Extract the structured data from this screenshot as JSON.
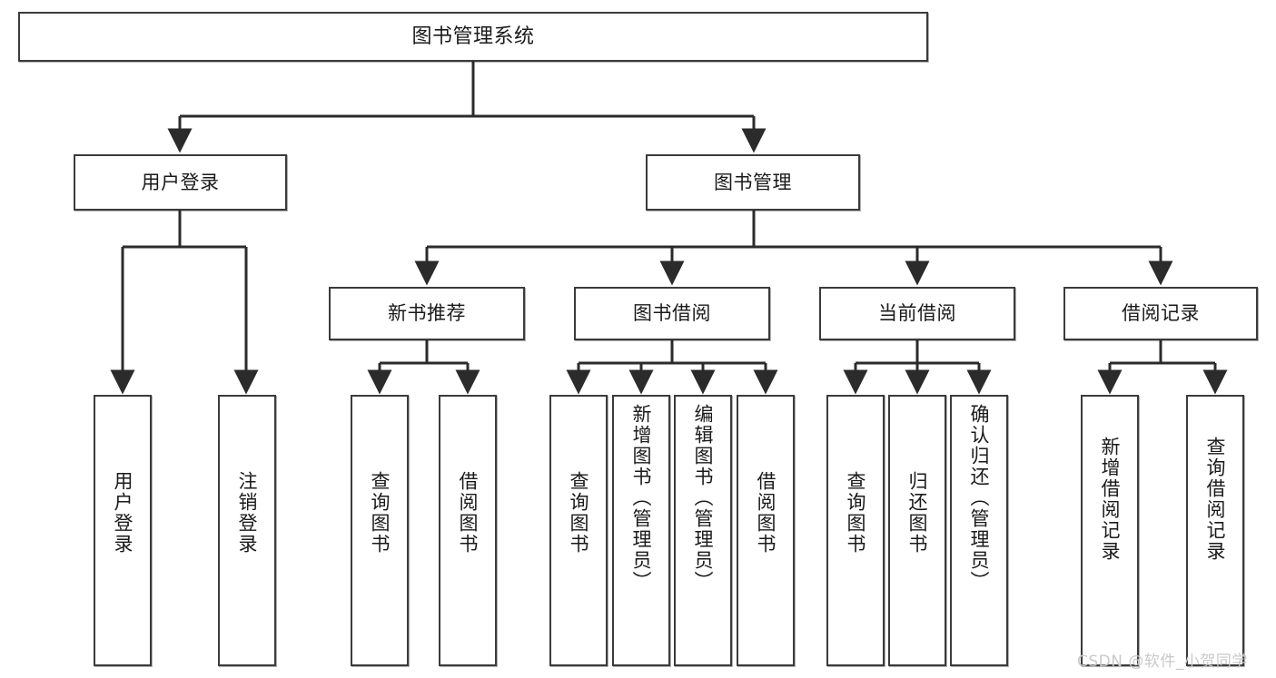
{
  "diagram": {
    "type": "tree",
    "title": "图书管理系统",
    "root": {
      "id": "root",
      "label": "图书管理系统"
    },
    "level2": [
      {
        "id": "user-login",
        "label": "用户登录"
      },
      {
        "id": "book-manage",
        "label": "图书管理"
      }
    ],
    "level3": [
      {
        "id": "new-book-recommend",
        "label": "新书推荐",
        "parent": "book-manage"
      },
      {
        "id": "book-borrow",
        "label": "图书借阅",
        "parent": "book-manage"
      },
      {
        "id": "current-borrow",
        "label": "当前借阅",
        "parent": "book-manage"
      },
      {
        "id": "borrow-record",
        "label": "借阅记录",
        "parent": "book-manage"
      }
    ],
    "leaves": [
      {
        "id": "leaf-user-login",
        "label": "用户登录",
        "parent": "user-login"
      },
      {
        "id": "leaf-logout-login",
        "label": "注销登录",
        "parent": "user-login"
      },
      {
        "id": "leaf-query-book-1",
        "label": "查询图书",
        "parent": "new-book-recommend"
      },
      {
        "id": "leaf-borrow-book-1",
        "label": "借阅图书",
        "parent": "new-book-recommend"
      },
      {
        "id": "leaf-query-book-2",
        "label": "查询图书",
        "parent": "book-borrow"
      },
      {
        "id": "leaf-add-book",
        "label": "新增图书（管理员）",
        "parent": "book-borrow"
      },
      {
        "id": "leaf-edit-book",
        "label": "编辑图书（管理员）",
        "parent": "book-borrow"
      },
      {
        "id": "leaf-borrow-book-2",
        "label": "借阅图书",
        "parent": "book-borrow"
      },
      {
        "id": "leaf-query-book-3",
        "label": "查询图书",
        "parent": "current-borrow"
      },
      {
        "id": "leaf-return-book",
        "label": "归还图书",
        "parent": "current-borrow"
      },
      {
        "id": "leaf-confirm-return",
        "label": "确认归还（管理员）",
        "parent": "current-borrow"
      },
      {
        "id": "leaf-add-record",
        "label": "新增借阅记录",
        "parent": "borrow-record"
      },
      {
        "id": "leaf-query-record",
        "label": "查询借阅记录",
        "parent": "borrow-record"
      }
    ]
  },
  "watermark": {
    "text": "CSDN @软件_小贺同学"
  },
  "colors": {
    "box_border": "#3b3b3b",
    "box_fill": "#ffffff",
    "edge": "#2b2b2b",
    "text": "#1a1a1a",
    "watermark": "#c9c9c9",
    "background": "#ffffff"
  }
}
